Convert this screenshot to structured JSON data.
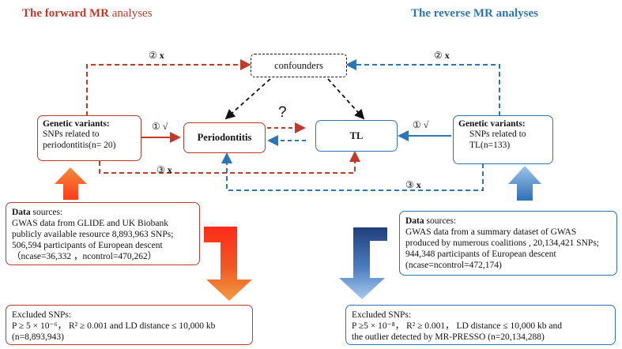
{
  "titles": {
    "forward_bold": "The forward MR",
    "forward_rest": " analyses",
    "reverse": "The reverse MR analyses"
  },
  "colors": {
    "red": "#c0392b",
    "blue": "#2e75b6",
    "black": "#111111"
  },
  "nodes": {
    "confounders": "confounders",
    "periodontitis": "Periodontitis",
    "tl": "TL",
    "question": "?"
  },
  "left_variants": {
    "heading": "Genetic variants:",
    "line1": "SNPs related to",
    "line2": "periodontitis(n= 20)"
  },
  "right_variants": {
    "heading": "Genetic variants:",
    "line1": "SNPs related to",
    "line2": "TL(n=133)"
  },
  "path_labels": {
    "left_1": "① √",
    "right_1": "① √",
    "left_2_num": "②",
    "right_2_num": "②",
    "bottom_3a_num": "③",
    "bottom_3b_num": "③",
    "x": "x"
  },
  "left_sources": {
    "heading_bold": "Data",
    "heading_rest": " sources:",
    "line1": "GWAS data from GLIDE and UK Biobank",
    "line2": "publicly available resource 8,893,963 SNPs;",
    "line3": "506,594 participants of European descent",
    "line4": "（ncase=36,332 ，ncontrol=470,262）"
  },
  "right_sources": {
    "heading_bold": "Data",
    "heading_rest": " sources:",
    "line1": "GWAS data from a summary dataset of GWAS",
    "line2": "produced by numerous coalitions , 20,134,421 SNPs;",
    "line3": "944,348 participants of European descent",
    "line4": "(ncase=ncontrol=472,174)"
  },
  "left_excluded": {
    "heading": "Excluded SNPs:",
    "line1": "P ≥ 5 × 10⁻⁶， R² ≥ 0.001 and LD distance ≤ 10,000 kb",
    "line2": "(n=8,893,943)"
  },
  "right_excluded": {
    "heading": "Excluded SNPs:",
    "line1": "P ≥5 × 10⁻⁸， R² ≥ 0.001，  LD distance ≤ 10,000 kb and",
    "line2": "the outlier detected by MR-PRESSO (n=20,134,288)"
  }
}
